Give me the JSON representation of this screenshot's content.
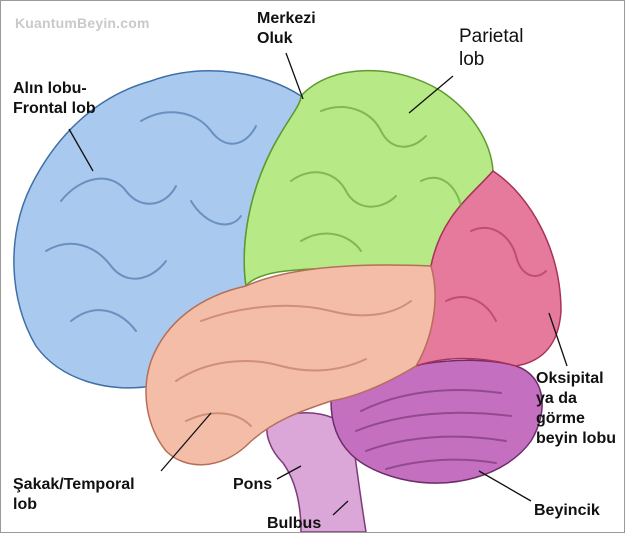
{
  "watermark": "KuantumBeyin.com",
  "labels": {
    "frontal": {
      "line1": "Alın lobu-",
      "line2": "Frontal lob"
    },
    "central_sulcus": {
      "line1": "Merkezi",
      "line2": "Oluk"
    },
    "parietal": {
      "line1": "Parietal",
      "line2": "lob"
    },
    "occipital": {
      "line1": "Oksipital",
      "line2": "ya da",
      "line3": "görme",
      "line4": "beyin lobu"
    },
    "temporal": {
      "line1": "Şakak/Temporal",
      "line2": "lob"
    },
    "pons": "Pons",
    "bulbus": "Bulbus",
    "cerebellum": "Beyincik"
  },
  "colors": {
    "frontal": "#a9c9ef",
    "parietal": "#b7ea86",
    "occipital": "#e57a9c",
    "temporal": "#f3bda8",
    "cerebellum": "#c46fc0",
    "brainstem": "#dba6d8"
  }
}
